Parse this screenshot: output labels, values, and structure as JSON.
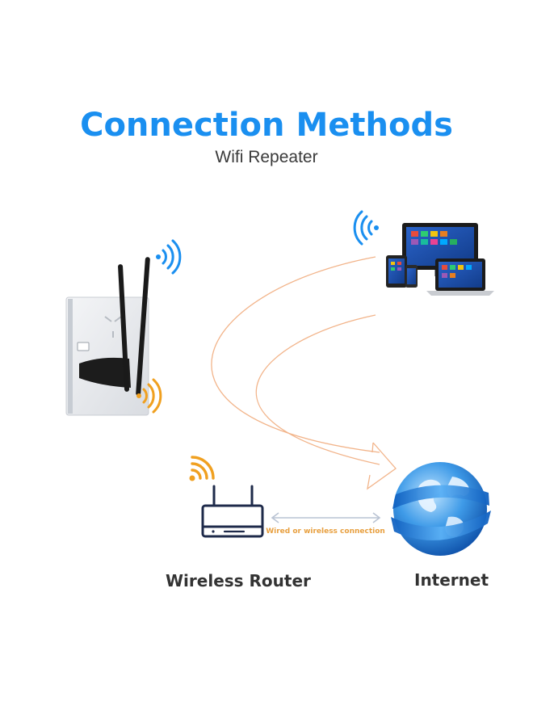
{
  "header": {
    "title": "Connection Methods",
    "subtitle": "Wifi Repeater"
  },
  "nodes": {
    "router": {
      "label": "Wireless Router",
      "icon": "router-icon"
    },
    "internet": {
      "label": "Internet",
      "icon": "globe-icon"
    },
    "repeater": {
      "icon": "wifi-repeater-icon"
    },
    "devices": {
      "icon": "devices-icon"
    }
  },
  "link": {
    "label": "Wired or wireless connection"
  },
  "colors": {
    "title": "#1a8ff0",
    "signal_blue": "#1a8ff0",
    "signal_orange": "#f0a020",
    "arrow": "#f2b48a",
    "link_text": "#e8a040"
  }
}
